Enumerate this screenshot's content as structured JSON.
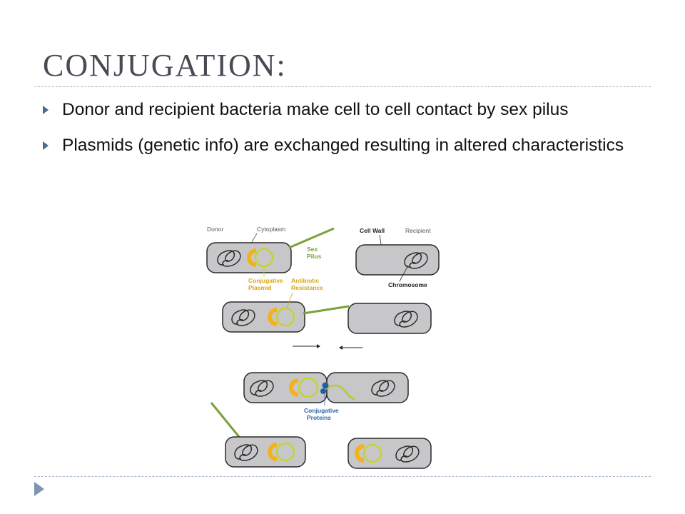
{
  "slide": {
    "title": "CONJUGATION:",
    "bullets": [
      {
        "text": "Donor and recipient bacteria make cell to cell contact by sex pilus"
      },
      {
        "text": "Plasmids (genetic info) are exchanged resulting in altered characteristics"
      }
    ]
  },
  "diagram": {
    "labels": {
      "donor": "Donor",
      "cytoplasm": "Cytoplasm",
      "cell_wall": "Cell Wall",
      "recipient": "Recipient",
      "sex_pilus_1": "Sex",
      "sex_pilus_2": "Pilus",
      "conj_plasmid_1": "Conjugative",
      "conj_plasmid_2": "Plasmid",
      "antibiotic_1": "Antibiotic",
      "antibiotic_2": "Resistance",
      "chromosome": "Chromosome",
      "conj_proteins_1": "Conjugative",
      "conj_proteins_2": "Proteins"
    },
    "colors": {
      "cell_fill": "#c7c7c9",
      "cell_stroke": "#2a2a2a",
      "plasmid": "#c4d42c",
      "pilus": "#7aa23a",
      "resistance": "#f2b21c",
      "protein": "#1f5fa8",
      "dark_label": "#222222",
      "label_gray": "#555555",
      "yellow_label": "#d9a414",
      "blue_label": "#2e64a8"
    }
  }
}
